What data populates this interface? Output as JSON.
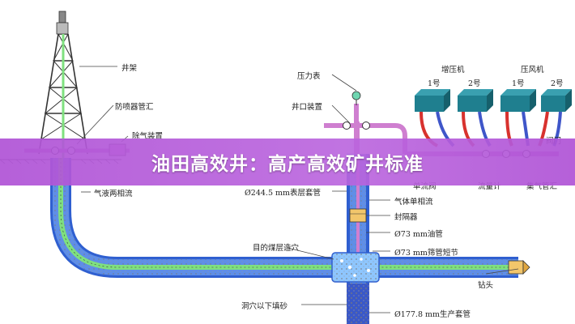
{
  "banner": {
    "title": "油田高效井：高产高效矿井标准"
  },
  "labels": {
    "derrick": "井架",
    "bop_manifold": "防喷器管汇",
    "degasser": "除气装置",
    "two_phase_flow": "气液两相流",
    "pressure_gauge": "压力表",
    "wellhead": "井口装置",
    "surface_casing": "Ø244.5 mm表层套管",
    "booster": "增压机",
    "compressor": "压风机",
    "no1": "1号",
    "no2": "2号",
    "valve": "阀门",
    "check_valve": "单流阀",
    "flowmeter": "流量计",
    "gas_manifold": "集气管汇",
    "gas_single_flow": "气体单相流",
    "packer": "封隔器",
    "tubing": "Ø73 mm油管",
    "sieve_tube": "Ø73 mm筛管短节",
    "target_cavity": "目的煤层造穴",
    "bit": "钻头",
    "sand_fill": "洞穴以下填砂",
    "production_casing": "Ø177.8 mm生产套管"
  },
  "colors": {
    "banner": "#b45ad6",
    "casing_blue": "#2f5fd0",
    "inner_green": "#7fe07f",
    "manifold_pink": "#cf7fd0",
    "unit_teal": "#1f7f8f",
    "red_hose": "#d8322e",
    "blue_hose": "#3f56c9"
  }
}
